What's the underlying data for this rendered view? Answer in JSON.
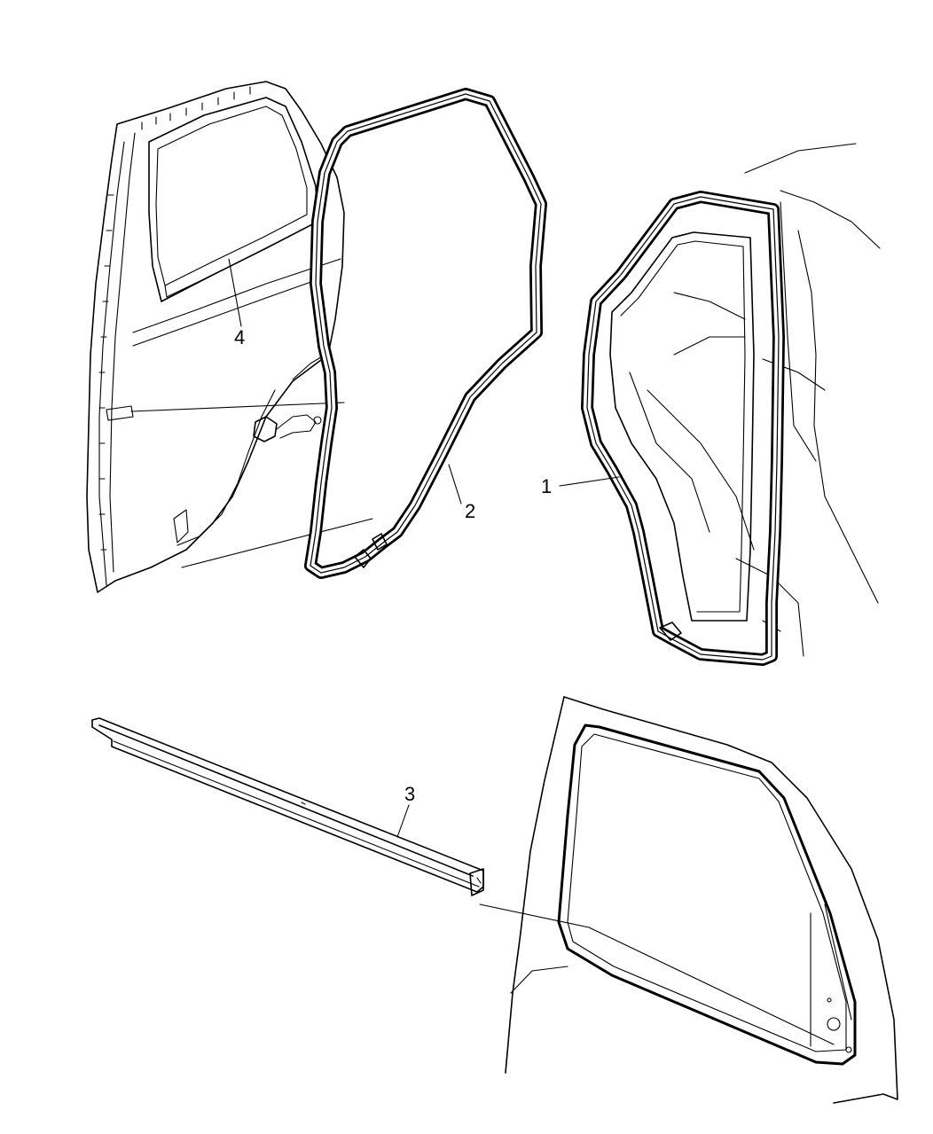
{
  "callouts": {
    "item_1": "1",
    "item_2": "2",
    "item_3": "3",
    "item_4": "4"
  },
  "colors": {
    "line": "#000000",
    "background": "#ffffff"
  }
}
